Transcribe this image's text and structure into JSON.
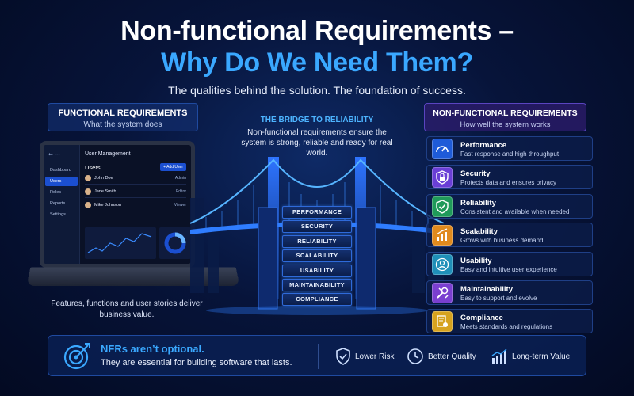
{
  "header": {
    "title_line1": "Non-functional Requirements –",
    "title_line2": "Why Do We Need Them?",
    "subtitle": "The qualities behind the solution. The foundation of success."
  },
  "functional": {
    "title": "FUNCTIONAL REQUIREMENTS",
    "subtitle": "What the system does",
    "caption": "Features, functions and user stories deliver business value.",
    "laptop": {
      "sidebar_top": "⇐ ---",
      "sidebar": [
        "Dashboard",
        "Users",
        "Roles",
        "Reports",
        "Settings"
      ],
      "active_item": 1,
      "app_title": "User Management",
      "list_title": "Users",
      "add_button": "+ Add User",
      "users": [
        {
          "name": "John Doe",
          "role": "Admin"
        },
        {
          "name": "Jane Smith",
          "role": "Editor"
        },
        {
          "name": "Mike Johnson",
          "role": "Viewer"
        }
      ]
    }
  },
  "bridge": {
    "title": "THE BRIDGE TO RELIABILITY",
    "description": "Non-functional requirements ensure the system is strong, reliable and ready for real world.",
    "pillars": [
      "PERFORMANCE",
      "SECURITY",
      "RELIABILITY",
      "SCALABILITY",
      "USABILITY",
      "MAINTAINABILITY",
      "COMPLIANCE"
    ]
  },
  "nonfunctional": {
    "title": "NON-FUNCTIONAL REQUIREMENTS",
    "subtitle": "How well the system works",
    "items": [
      {
        "name": "Performance",
        "desc": "Fast response and high throughput",
        "icon": "gauge-icon",
        "color": "#1e5bd8"
      },
      {
        "name": "Security",
        "desc": "Protects data and ensures privacy",
        "icon": "lock-shield-icon",
        "color": "#6a3fd6"
      },
      {
        "name": "Reliability",
        "desc": "Consistent and available when needed",
        "icon": "check-shield-icon",
        "color": "#1f9a5a"
      },
      {
        "name": "Scalability",
        "desc": "Grows with business demand",
        "icon": "growth-chart-icon",
        "color": "#e08a1e"
      },
      {
        "name": "Usability",
        "desc": "Easy and intuitive user experience",
        "icon": "user-icon",
        "color": "#1f8fb8"
      },
      {
        "name": "Maintainability",
        "desc": "Easy to support and evolve",
        "icon": "wrench-icon",
        "color": "#7a3fd0"
      },
      {
        "name": "Compliance",
        "desc": "Meets standards and regulations",
        "icon": "certificate-icon",
        "color": "#d6a21e"
      }
    ]
  },
  "banner": {
    "headline": "NFRs aren’t optional.",
    "text": "They are essential for building software that lasts.",
    "benefits": [
      {
        "label": "Lower Risk",
        "icon": "shield-check-icon"
      },
      {
        "label": "Better Quality",
        "icon": "clock-icon"
      },
      {
        "label": "Long-term Value",
        "icon": "bar-chart-icon"
      }
    ]
  }
}
